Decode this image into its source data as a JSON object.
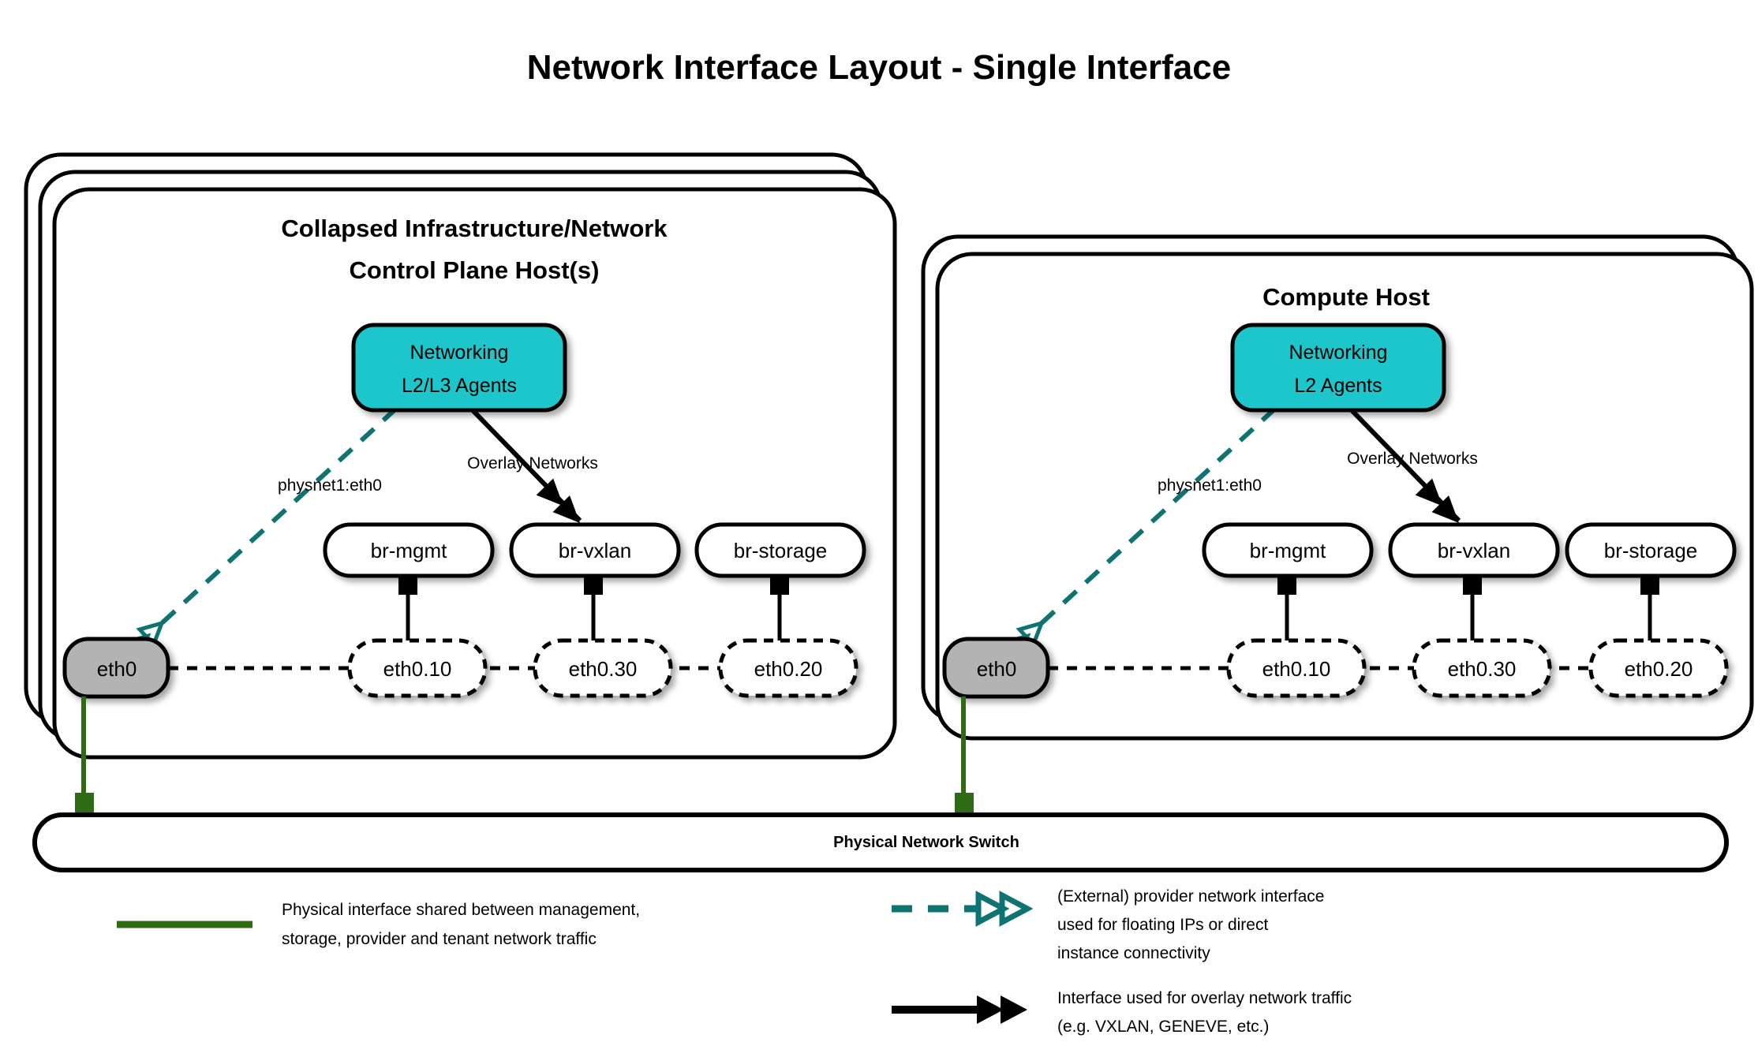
{
  "title": "Network Interface Layout - Single Interface",
  "colors": {
    "agent_fill": "#1BC6CA",
    "eth_fill": "#b3b3b3",
    "provider_teal": "#0E7371",
    "physical_green": "#2E6B14",
    "stroke": "#000000",
    "background": "#ffffff"
  },
  "hosts": [
    {
      "id": "control-plane",
      "title_line1": "Collapsed Infrastructure/Network",
      "title_line2": "Control Plane Host(s)",
      "stack_layers": 3,
      "agent": {
        "line1": "Networking",
        "line2": "L2/L3 Agents"
      },
      "edge_labels": {
        "provider": "physnet1:eth0",
        "overlay": "Overlay Networks"
      },
      "physical_interface": "eth0",
      "bridges": [
        {
          "bridge": "br-mgmt",
          "vlan": "eth0.10"
        },
        {
          "bridge": "br-vxlan",
          "vlan": "eth0.30"
        },
        {
          "bridge": "br-storage",
          "vlan": "eth0.20"
        }
      ]
    },
    {
      "id": "compute",
      "title_line1": "Compute Host",
      "title_line2": "",
      "stack_layers": 2,
      "agent": {
        "line1": "Networking",
        "line2": "L2 Agents"
      },
      "edge_labels": {
        "provider": "physnet1:eth0",
        "overlay": "Overlay Networks"
      },
      "physical_interface": "eth0",
      "bridges": [
        {
          "bridge": "br-mgmt",
          "vlan": "eth0.10"
        },
        {
          "bridge": "br-vxlan",
          "vlan": "eth0.30"
        },
        {
          "bridge": "br-storage",
          "vlan": "eth0.20"
        }
      ]
    }
  ],
  "switch": {
    "label": "Physical Network Switch"
  },
  "legend": {
    "physical": {
      "line1": "Physical interface shared between management,",
      "line2": "storage, provider and tenant network traffic"
    },
    "provider": {
      "line1": "(External) provider network interface",
      "line2": "used for floating IPs or direct",
      "line3": "instance connectivity"
    },
    "overlay": {
      "line1": "Interface used for overlay network traffic",
      "line2": "(e.g. VXLAN, GENEVE, etc.)"
    }
  }
}
